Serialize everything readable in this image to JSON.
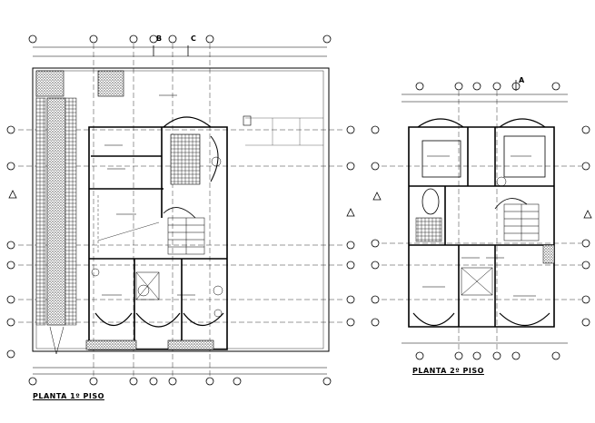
{
  "plans": {
    "first_floor": {
      "title": "PLANTA 1º PISO"
    },
    "second_floor": {
      "title": "PLANTA 2º PISO"
    }
  },
  "section_markers": [
    "B",
    "C",
    "A"
  ],
  "colors": {
    "line": "#000000",
    "background": "#ffffff",
    "hatch": "#000000"
  }
}
